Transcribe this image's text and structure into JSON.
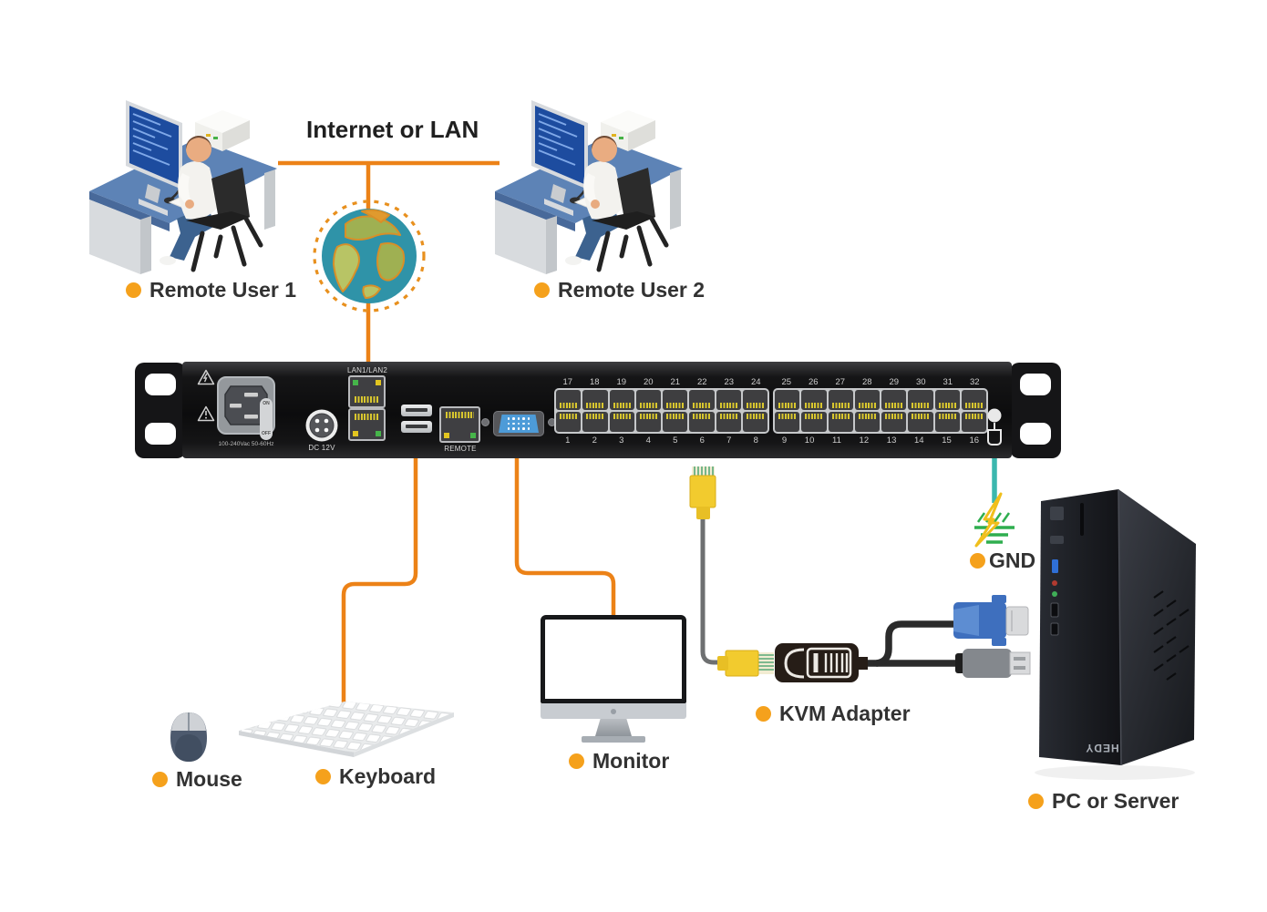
{
  "diagram": {
    "title_label": "Internet or LAN",
    "labels": {
      "remote_user_1": "Remote User 1",
      "remote_user_2": "Remote User 2",
      "mouse": "Mouse",
      "keyboard": "Keyboard",
      "monitor": "Monitor",
      "kvm_adapter": "KVM Adapter",
      "gnd": "GND",
      "pc_or_server": "PC or Server"
    },
    "colors": {
      "accent_orange": "#EC8217",
      "bullet_orange": "#F5A11C",
      "cable_gray": "#6E7071",
      "cable_black": "#2B2B2B",
      "cable_teal": "#3BB7AE",
      "pin_yellow": "#D9C72E",
      "vga_blue": "#3E6FBE",
      "ground_green": "#2FAE4F",
      "lightning_yellow": "#F0BF1C",
      "label_text": "#323232"
    }
  },
  "switch": {
    "lan_label": "LAN1/LAN2",
    "remote_label": "REMOTE",
    "dc_label": "DC 12V",
    "power_rating": "100-240Vac 50-60Hz",
    "power_on": "ON",
    "power_off": "OFF",
    "port_groups": [
      {
        "top": [
          "17",
          "18",
          "19",
          "20",
          "21",
          "22",
          "23",
          "24"
        ],
        "bottom": [
          "1",
          "2",
          "3",
          "4",
          "5",
          "6",
          "7",
          "8"
        ]
      },
      {
        "top": [
          "25",
          "26",
          "27",
          "28",
          "29",
          "30",
          "31",
          "32"
        ],
        "bottom": [
          "9",
          "10",
          "11",
          "12",
          "13",
          "14",
          "15",
          "16"
        ]
      }
    ]
  },
  "pc": {
    "brand": "HEDY"
  }
}
